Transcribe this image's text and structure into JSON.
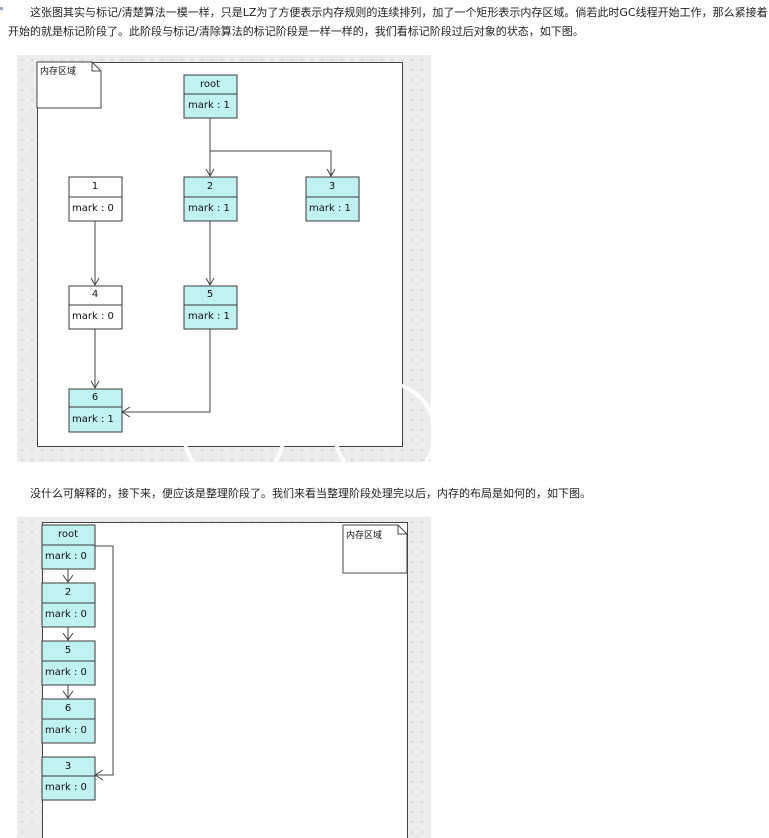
{
  "article": {
    "para1": "这张图其实与标记/清楚算法一模一样，只是LZ为了方便表示内存规则的连续排列，加了一个矩形表示内存区域。倘若此时GC线程开始工作，那么紧接着开始的就是标记阶段了。此阶段与标记/清除算法的标记阶段是一样一样的，我们看标记阶段过后对象的状态，如下图。",
    "para2": "没什么可解释的，接下来，便应该是整理阶段了。我们来看当整理阶段处理完以后，内存的布局是如何的，如下图。"
  },
  "colors": {
    "marked": "#c0f2f2",
    "unmarked": "#ffffff",
    "canvas": "#ececec"
  },
  "diagram1": {
    "note": "内存区域",
    "nodes": [
      {
        "id": "root",
        "title": "root",
        "mark": "mark : 1",
        "marked": true
      },
      {
        "id": "n1",
        "title": "1",
        "mark": "mark : 0",
        "marked": false
      },
      {
        "id": "n2",
        "title": "2",
        "mark": "mark : 1",
        "marked": true
      },
      {
        "id": "n3",
        "title": "3",
        "mark": "mark : 1",
        "marked": true
      },
      {
        "id": "n4",
        "title": "4",
        "mark": "mark : 0",
        "marked": false
      },
      {
        "id": "n5",
        "title": "5",
        "mark": "mark : 1",
        "marked": true
      },
      {
        "id": "n6",
        "title": "6",
        "mark": "mark : 1",
        "marked": true
      }
    ],
    "edges": [
      [
        "root",
        "n2"
      ],
      [
        "root",
        "n3"
      ],
      [
        "n1",
        "n4"
      ],
      [
        "n2",
        "n5"
      ],
      [
        "n4",
        "n6"
      ],
      [
        "n5",
        "n6"
      ]
    ]
  },
  "diagram2": {
    "note": "内存区域",
    "nodes": [
      {
        "id": "root",
        "title": "root",
        "mark": "mark : 0",
        "marked": true
      },
      {
        "id": "n2",
        "title": "2",
        "mark": "mark : 0",
        "marked": true
      },
      {
        "id": "n5",
        "title": "5",
        "mark": "mark : 0",
        "marked": true
      },
      {
        "id": "n6",
        "title": "6",
        "mark": "mark : 0",
        "marked": true
      },
      {
        "id": "n3",
        "title": "3",
        "mark": "mark : 0",
        "marked": true
      }
    ],
    "edges": [
      [
        "root",
        "n2"
      ],
      [
        "root",
        "n3"
      ],
      [
        "n2",
        "n5"
      ],
      [
        "n5",
        "n6"
      ]
    ]
  }
}
